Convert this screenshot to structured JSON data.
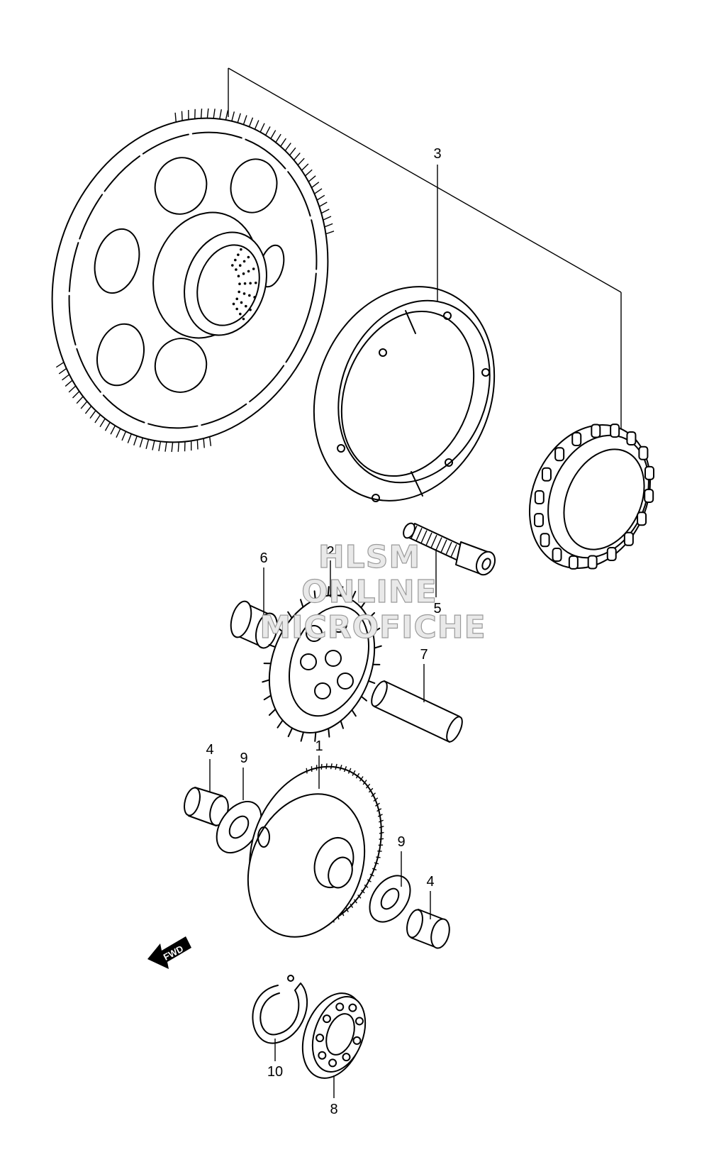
{
  "parts": [
    {
      "id": "1",
      "name": "starter-clutch-gear-assembly"
    },
    {
      "id": "2",
      "name": "idle-gear"
    },
    {
      "id": "3",
      "name": "clutch-housing"
    },
    {
      "id": "4",
      "name": "bushing"
    },
    {
      "id": "5",
      "name": "bolt"
    },
    {
      "id": "6",
      "name": "bushing-idle"
    },
    {
      "id": "7",
      "name": "shaft"
    },
    {
      "id": "8",
      "name": "bearing"
    },
    {
      "id": "9",
      "name": "washer"
    },
    {
      "id": "10",
      "name": "circlip"
    }
  ],
  "labels": {
    "part_1": "1",
    "part_2": "2",
    "part_3": "3",
    "part_4a": "4",
    "part_4b": "4",
    "part_5": "5",
    "part_6": "6",
    "part_7": "7",
    "part_8": "8",
    "part_9a": "9",
    "part_9b": "9",
    "part_10": "10"
  },
  "watermark": {
    "line1": "HLSM",
    "line2": "ONLINE",
    "line3": "MICROFICHE"
  },
  "fwd_arrow": {
    "label": "FWD"
  }
}
